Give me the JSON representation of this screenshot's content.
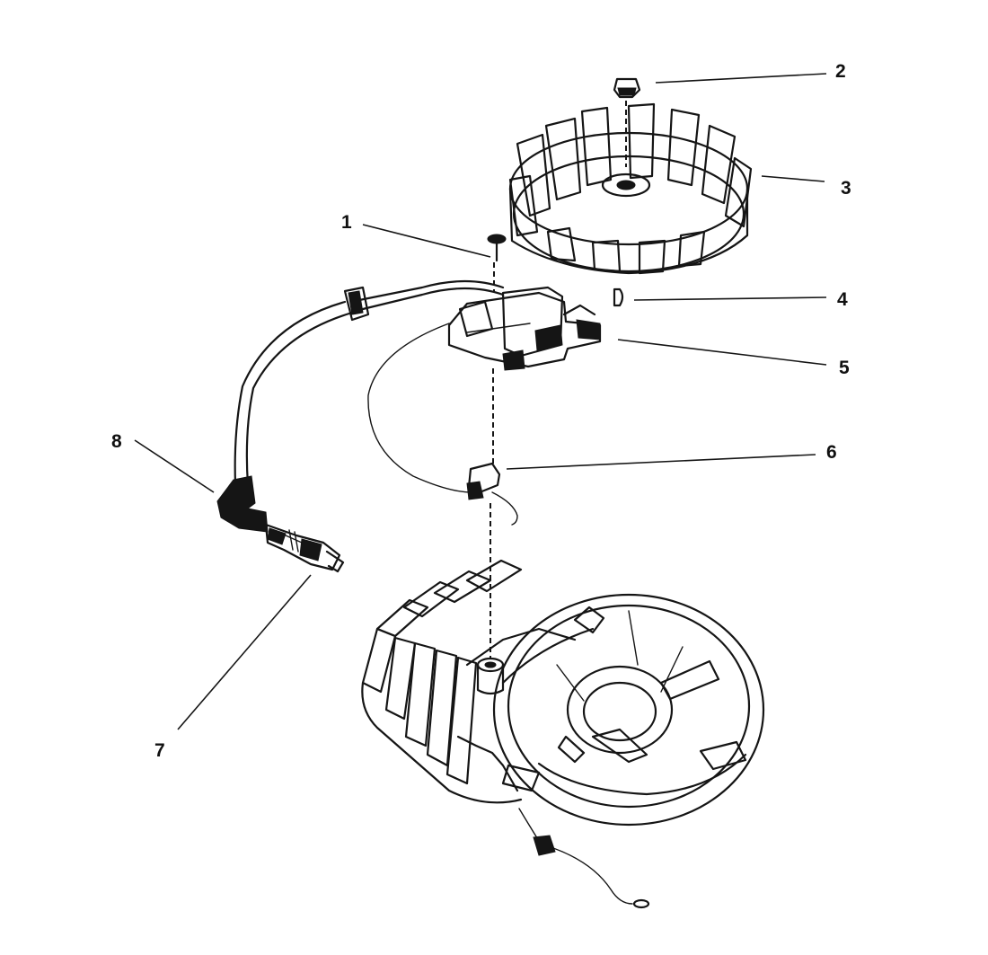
{
  "diagram": {
    "type": "exploded-parts-diagram",
    "colors": {
      "ink": "#151515",
      "background": "#ffffff"
    },
    "callouts": [
      {
        "id": "1",
        "label": "1",
        "part": "screw"
      },
      {
        "id": "2",
        "label": "2",
        "part": "nut"
      },
      {
        "id": "3",
        "label": "3",
        "part": "flywheel"
      },
      {
        "id": "4",
        "label": "4",
        "part": "key"
      },
      {
        "id": "5",
        "label": "5",
        "part": "ignition-module"
      },
      {
        "id": "6",
        "label": "6",
        "part": "ground-clip"
      },
      {
        "id": "7",
        "label": "7",
        "part": "spark-plug"
      },
      {
        "id": "8",
        "label": "8",
        "part": "spark-plug-boot"
      }
    ]
  }
}
